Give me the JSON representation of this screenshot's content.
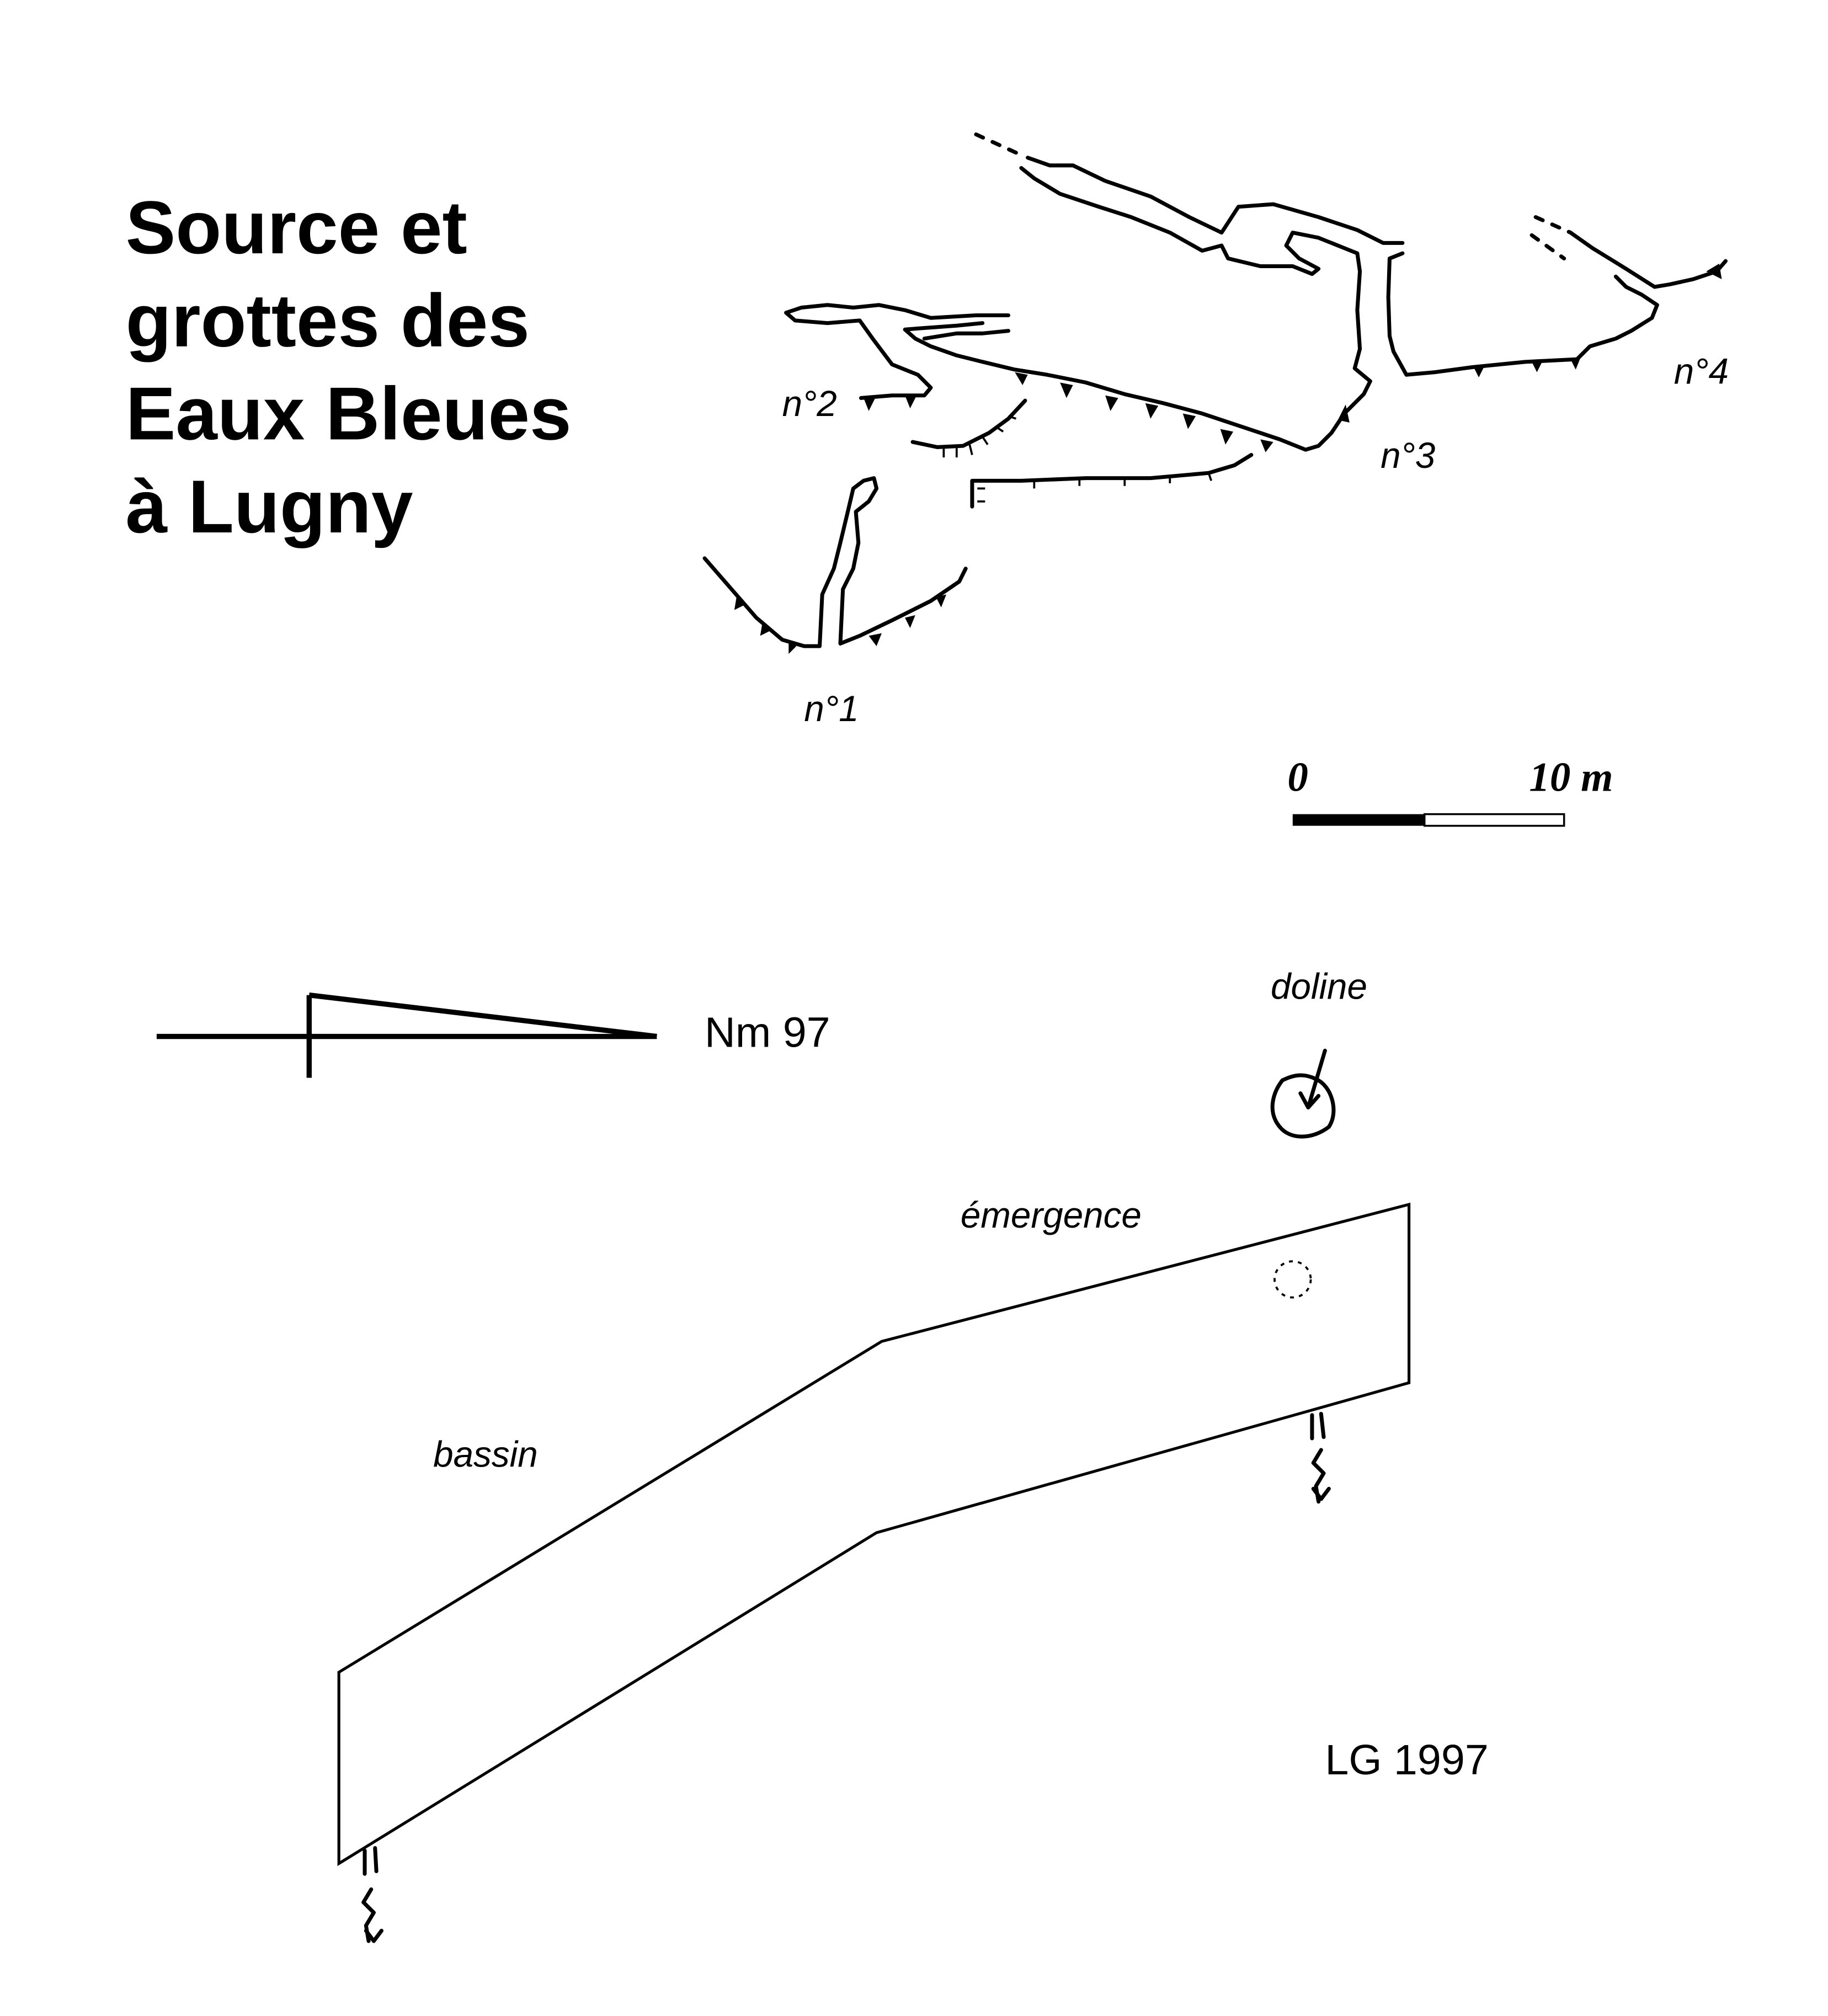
{
  "title": {
    "lines": [
      "Source et",
      "grottes des",
      "Eaux Bleues",
      "à Lugny"
    ]
  },
  "cave_labels": {
    "n1": "n°1",
    "n2": "n°2",
    "n3": "n°3",
    "n4": "n°4"
  },
  "scale_bar": {
    "start_label": "0",
    "end_label": "10 m",
    "length_m": 10
  },
  "north_arrow": {
    "label": "Nm 97"
  },
  "features": {
    "doline": "doline",
    "emergence": "émergence",
    "bassin": "bassin"
  },
  "credit": "LG 1997",
  "colors": {
    "ink": "#000000",
    "paper": "#ffffff"
  }
}
